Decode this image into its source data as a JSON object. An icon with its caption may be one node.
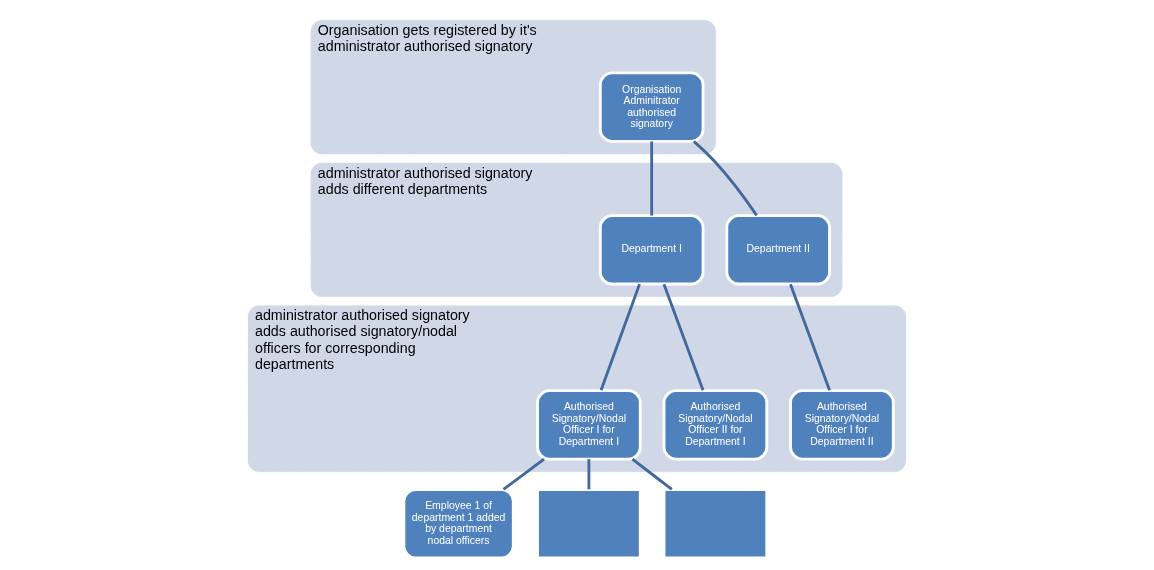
{
  "diagram": {
    "nodes": [
      {
        "text": [
          "Organisation gets registered by it's administrator authorised signatory"
        ]
      },
      {
        "text": [
          "Organisation Adminitrator authorised signatory"
        ],
        "in": 0
      },
      {
        "text": [
          "administrator authorised signatory adds different departments"
        ]
      },
      {
        "text": [
          "Department I"
        ],
        "in": 2
      },
      {
        "text": [
          "Department II"
        ],
        "in": 2
      },
      {
        "text": [
          "administrator authorised signatory adds authorised signatory/nodal officers for corresponding departments"
        ]
      },
      {
        "text": [
          "Authorised Signatory/Nodal Officer I for Department I"
        ],
        "in": 5
      },
      {
        "text": [
          "Authorised Signatory/Nodal Officer II for Department I"
        ],
        "in": 5
      },
      {
        "text": [
          "Authorised Signatory/Nodal Officer I for Department II"
        ],
        "in": 5
      },
      {
        "text": [
          "Employee 1 of department 1 added by department nodal officers"
        ]
      },
      {
        "text": [],
        "shape": "box"
      },
      {
        "text": [],
        "shape": "box"
      }
    ],
    "edges": [
      {
        "from": 1,
        "to": 3,
        "arrow": "none"
      },
      {
        "from": 1,
        "to": 4,
        "arrow": "none"
      },
      {
        "from": 3,
        "to": 6,
        "arrow": "none"
      },
      {
        "from": 3,
        "to": 7,
        "arrow": "none"
      },
      {
        "from": 4,
        "to": 8,
        "arrow": "none"
      },
      {
        "from": 6,
        "to": 9,
        "arrow": "none"
      },
      {
        "from": 6,
        "to": 10,
        "arrow": "none"
      },
      {
        "from": 6,
        "to": 11,
        "arrow": "none"
      }
    ]
  }
}
